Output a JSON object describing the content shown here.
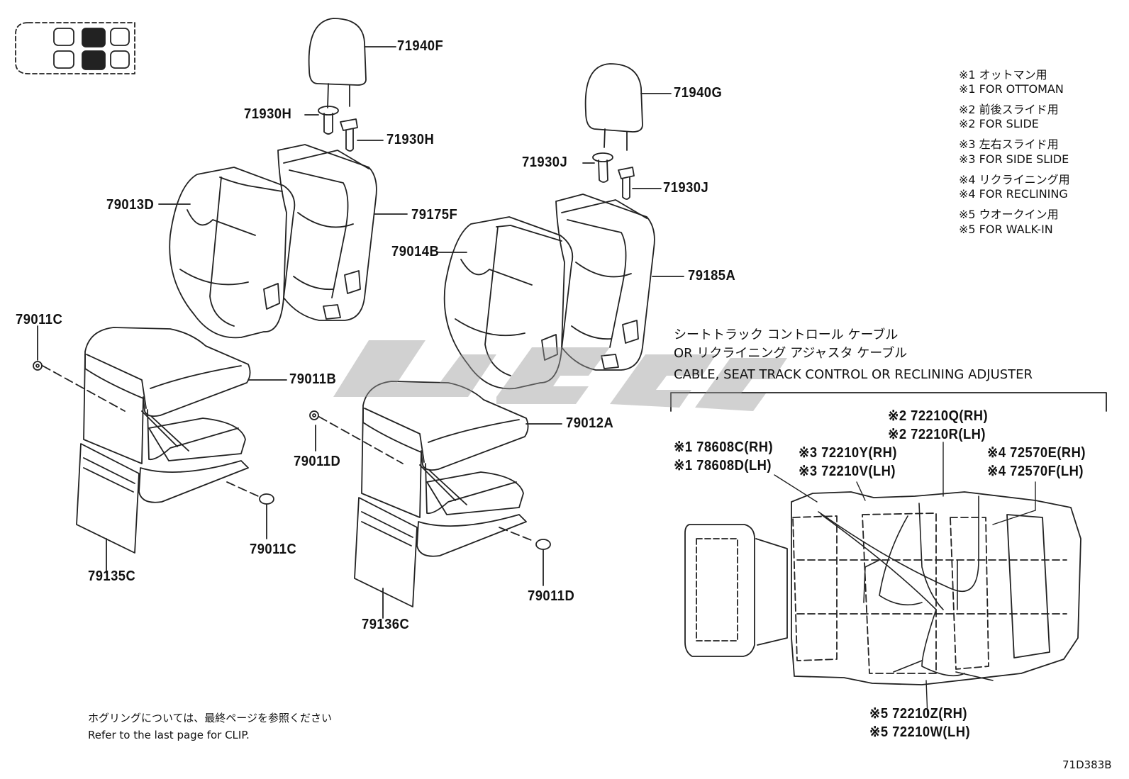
{
  "parts": {
    "p71940F": "71940F",
    "p71930H_a": "71930H",
    "p71930H_b": "71930H",
    "p71940G": "71940G",
    "p71930J_a": "71930J",
    "p71930J_b": "71930J",
    "p79013D": "79013D",
    "p79175F": "79175F",
    "p79014B": "79014B",
    "p79185A": "79185A",
    "p79011C_a": "79011C",
    "p79011B": "79011B",
    "p79011D_a": "79011D",
    "p79012A": "79012A",
    "p79011C_b": "79011C",
    "p79135C": "79135C",
    "p79136C": "79136C",
    "p79011D_b": "79011D"
  },
  "notes": [
    "※1 オットマン用",
    "※1 FOR OTTOMAN",
    "※2 前後スライド用",
    "※2 FOR SLIDE",
    "※3 左右スライド用",
    "※3 FOR SIDE SLIDE",
    "※4 リクライニング用",
    "※4 FOR RECLINING",
    "※5 ウオークイン用",
    "※5 FOR WALK-IN"
  ],
  "cable": {
    "jp1": "シートトラック  コントロール  ケーブル",
    "jp2": "OR  リクライニング  アジャスタ  ケーブル",
    "en": "CABLE, SEAT TRACK CONTROL OR RECLINING ADJUSTER"
  },
  "cable_parts": {
    "a1": "※2  72210Q(RH)",
    "a2": "※2  72210R(LH)",
    "b1": "※1 78608C(RH)",
    "b2": "※1 78608D(LH)",
    "c1": "※3  72210Y(RH)",
    "c2": "※3  72210V(LH)",
    "d1": "※4  72570E(RH)",
    "d2": "※4  72570F(LH)",
    "e1": "※5  72210Z(RH)",
    "e2": "※5  72210W(LH)"
  },
  "footer": {
    "jp": "ホグリングについては、最終ページを参照ください",
    "en": "Refer to the last page for CLIP.",
    "code": "71D383B"
  },
  "icons": {
    "vehicle": "vehicle-seat-position-icon",
    "watermark": "watermark-logo"
  }
}
